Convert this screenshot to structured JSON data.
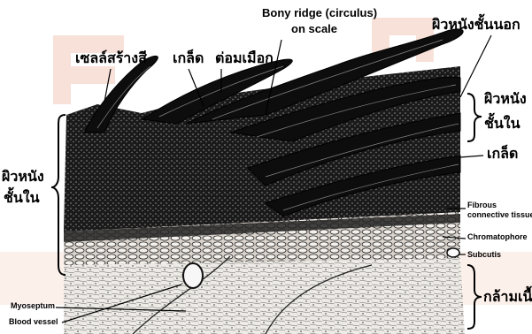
{
  "labels": {
    "pigment_cells": "เซลล์สร้างสี",
    "scale_top": "เกล็ด",
    "mucus_gland": "ต่อมเมือก",
    "bony_ridge_line1": "Bony ridge (circulus)",
    "bony_ridge_line2": "on scale",
    "epidermis": "ผิวหนังชั้นนอก",
    "dermis_right_line1": "ผิวหนัง",
    "dermis_right_line2": "ชั้นใน",
    "scale_right": "เกล็ด",
    "dermis_left_line1": "ผิวหนัง",
    "dermis_left_line2": "ชั้นใน",
    "fibrous_line1": "Fibrous",
    "fibrous_line2": "connective tissue",
    "chromatophore": "Chromatophore",
    "subcutis": "Subcutis",
    "muscle": "กล้ามเนื้อ",
    "myoseptum": "Myoseptum",
    "blood_vessel": "Blood vessel"
  },
  "colors": {
    "ink": "#000000",
    "background": "#ffffff",
    "watermark": "#f3c9b8"
  }
}
